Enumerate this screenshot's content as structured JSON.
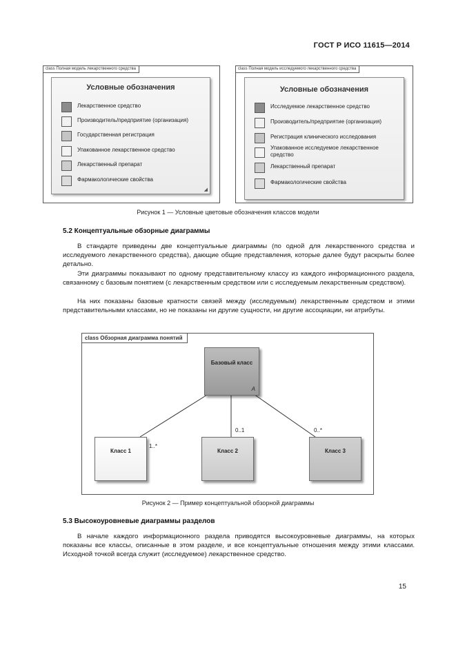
{
  "header": {
    "standard": "ГОСТ Р ИСО 11615—2014"
  },
  "figure1": {
    "left": {
      "frame_label": "class Полная модель лекарственного средства",
      "title": "Условные обозначения",
      "items": [
        {
          "label": "Лекарственное средство",
          "color": "#8c8c8c"
        },
        {
          "label": "Производитель/предприятие (организация)",
          "color": "#f2f2f2"
        },
        {
          "label": "Государственная регистрация",
          "color": "#c4c4c4"
        },
        {
          "label": "Упакованное лекарственное средство",
          "color": "#f4f4f4"
        },
        {
          "label": "Лекарственный препарат",
          "color": "#cdcdcd"
        },
        {
          "label": "Фармакологические свойства",
          "color": "#dcdcdc"
        }
      ]
    },
    "right": {
      "frame_label": "class Полная модель исследуемого лекарственного средства",
      "title": "Условные обозначения",
      "items": [
        {
          "label": "Исследуемое лекарственное средство",
          "color": "#8c8c8c"
        },
        {
          "label": "Производитель/предприятие (организация)",
          "color": "#f2f2f2"
        },
        {
          "label": "Регистрация клинического исследования",
          "color": "#c4c4c4"
        },
        {
          "label": "Упакованное исследуемое лекарственное средство",
          "color": "#f4f4f4"
        },
        {
          "label": "Лекарственный препарат",
          "color": "#cdcdcd"
        },
        {
          "label": "Фармакологические свойства",
          "color": "#dcdcdc"
        }
      ]
    },
    "caption": "Рисунок 1 — Условные цветовые обозначения классов модели"
  },
  "section52": {
    "heading": "5.2 Концептуальные обзорные диаграммы",
    "paragraphs": [
      "В стандарте приведены две концептуальные диаграммы (по одной для лекарственного средства и исследуемого лекарственного средства), дающие общие представления, которые далее будут раскрыты более детально.",
      "Эти диаграммы показывают по одному представительному классу из каждого информационного раздела, связанному с базовым понятием (с лекарственным средством или с исследуемым лекарственным средством).",
      "На них показаны базовые кратности связей между (исследуемым) лекарственным средством и этими представительными классами, но не показаны ни другие сущности, ни другие ассоциации, ни атрибуты."
    ]
  },
  "figure2": {
    "frame_label": "class Обзорная диаграмма понятий",
    "base_class": "Базовый класс",
    "base_marker": "A",
    "classes": [
      "Класс 1",
      "Класс 2",
      "Класс 3"
    ],
    "multiplicities": [
      "1..*",
      "0..1",
      "0..*"
    ],
    "caption": "Рисунок 2 — Пример концептуальной обзорной диаграммы"
  },
  "section53": {
    "heading": "5.3 Высокоуровневые диаграммы разделов",
    "paragraphs": [
      "В начале каждого информационного раздела приводятся высокоуровневые диаграммы, на которых показаны все классы, описанные в этом разделе, и все концептуальные отношения между этими классами. Исходной точкой всегда служит (исследуемое) лекарственное средство."
    ]
  },
  "page_number": "15"
}
